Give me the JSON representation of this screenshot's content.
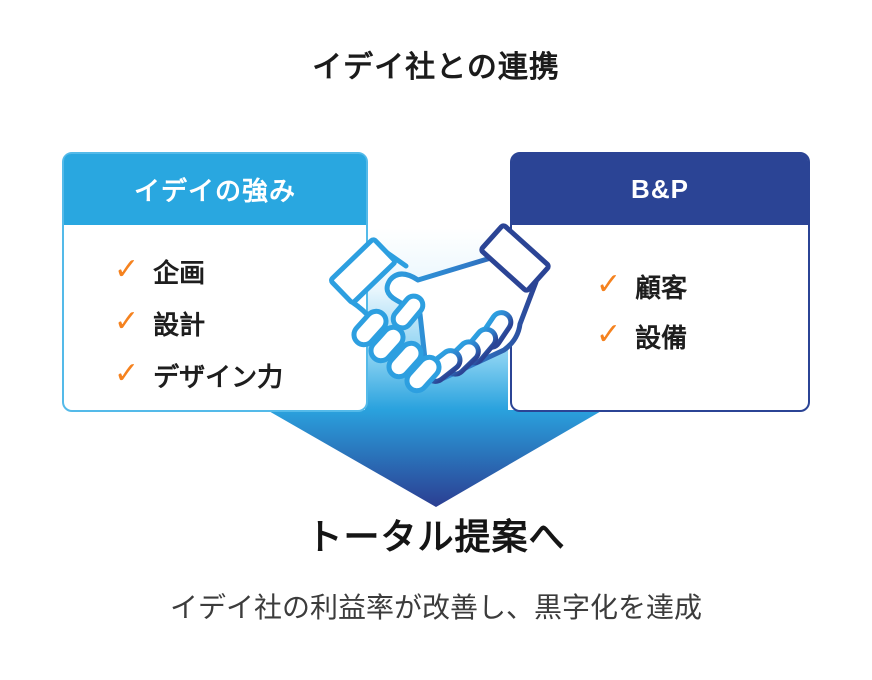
{
  "title": "イデイ社との連携",
  "left_card": {
    "header": "イデイの強み",
    "items": [
      "企画",
      "設計",
      "デザイン力"
    ]
  },
  "right_card": {
    "header": "B&P",
    "items": [
      "顧客",
      "設備"
    ]
  },
  "icons": {
    "check": "✓",
    "handshake": "handshake-icon"
  },
  "colors": {
    "light_blue": "#29A7E0",
    "light_blue_border": "#54BAE9",
    "dark_blue": "#2B4495",
    "check_orange": "#F5821F",
    "arrow_top": "#FFFFFF",
    "arrow_mid": "#2AA2DE",
    "arrow_bottom": "#2B3E92"
  },
  "result": {
    "headline": "トータル提案へ",
    "subtitle": "イデイ社の利益率が改善し、黒字化を達成"
  }
}
